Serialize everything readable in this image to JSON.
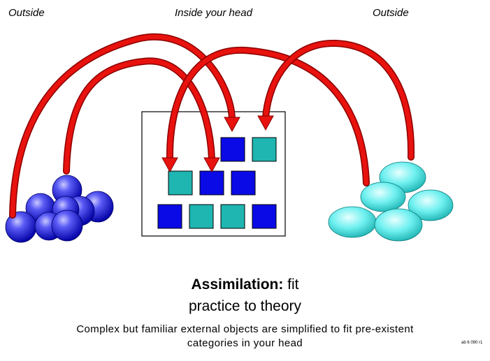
{
  "labels": {
    "outside_left": "Outside",
    "inside": "Inside your head",
    "outside_right": "Outside"
  },
  "title": {
    "bold": "Assimilation:",
    "rest": " fit",
    "line2": "practice to theory"
  },
  "caption": {
    "line1": "Complex but familiar external objects are simplified to fit pre-existent",
    "line2": "categories in your head"
  },
  "corner_code": "ab 6 090 r1",
  "colors": {
    "arrow": "#e8120e",
    "arrow_edge": "#8a0000",
    "blue": "#0a0ae6",
    "teal": "#1fb5b0",
    "sphere_light": "#9c9cff",
    "sphere_dark": "#0505b0",
    "oval_light": "#d8ffff",
    "oval_dark": "#26c6c6"
  },
  "grid": {
    "rows": [
      [
        "blue",
        "teal"
      ],
      [
        "teal",
        "blue",
        "blue"
      ],
      [
        "blue",
        "teal",
        "teal",
        "blue"
      ]
    ]
  }
}
